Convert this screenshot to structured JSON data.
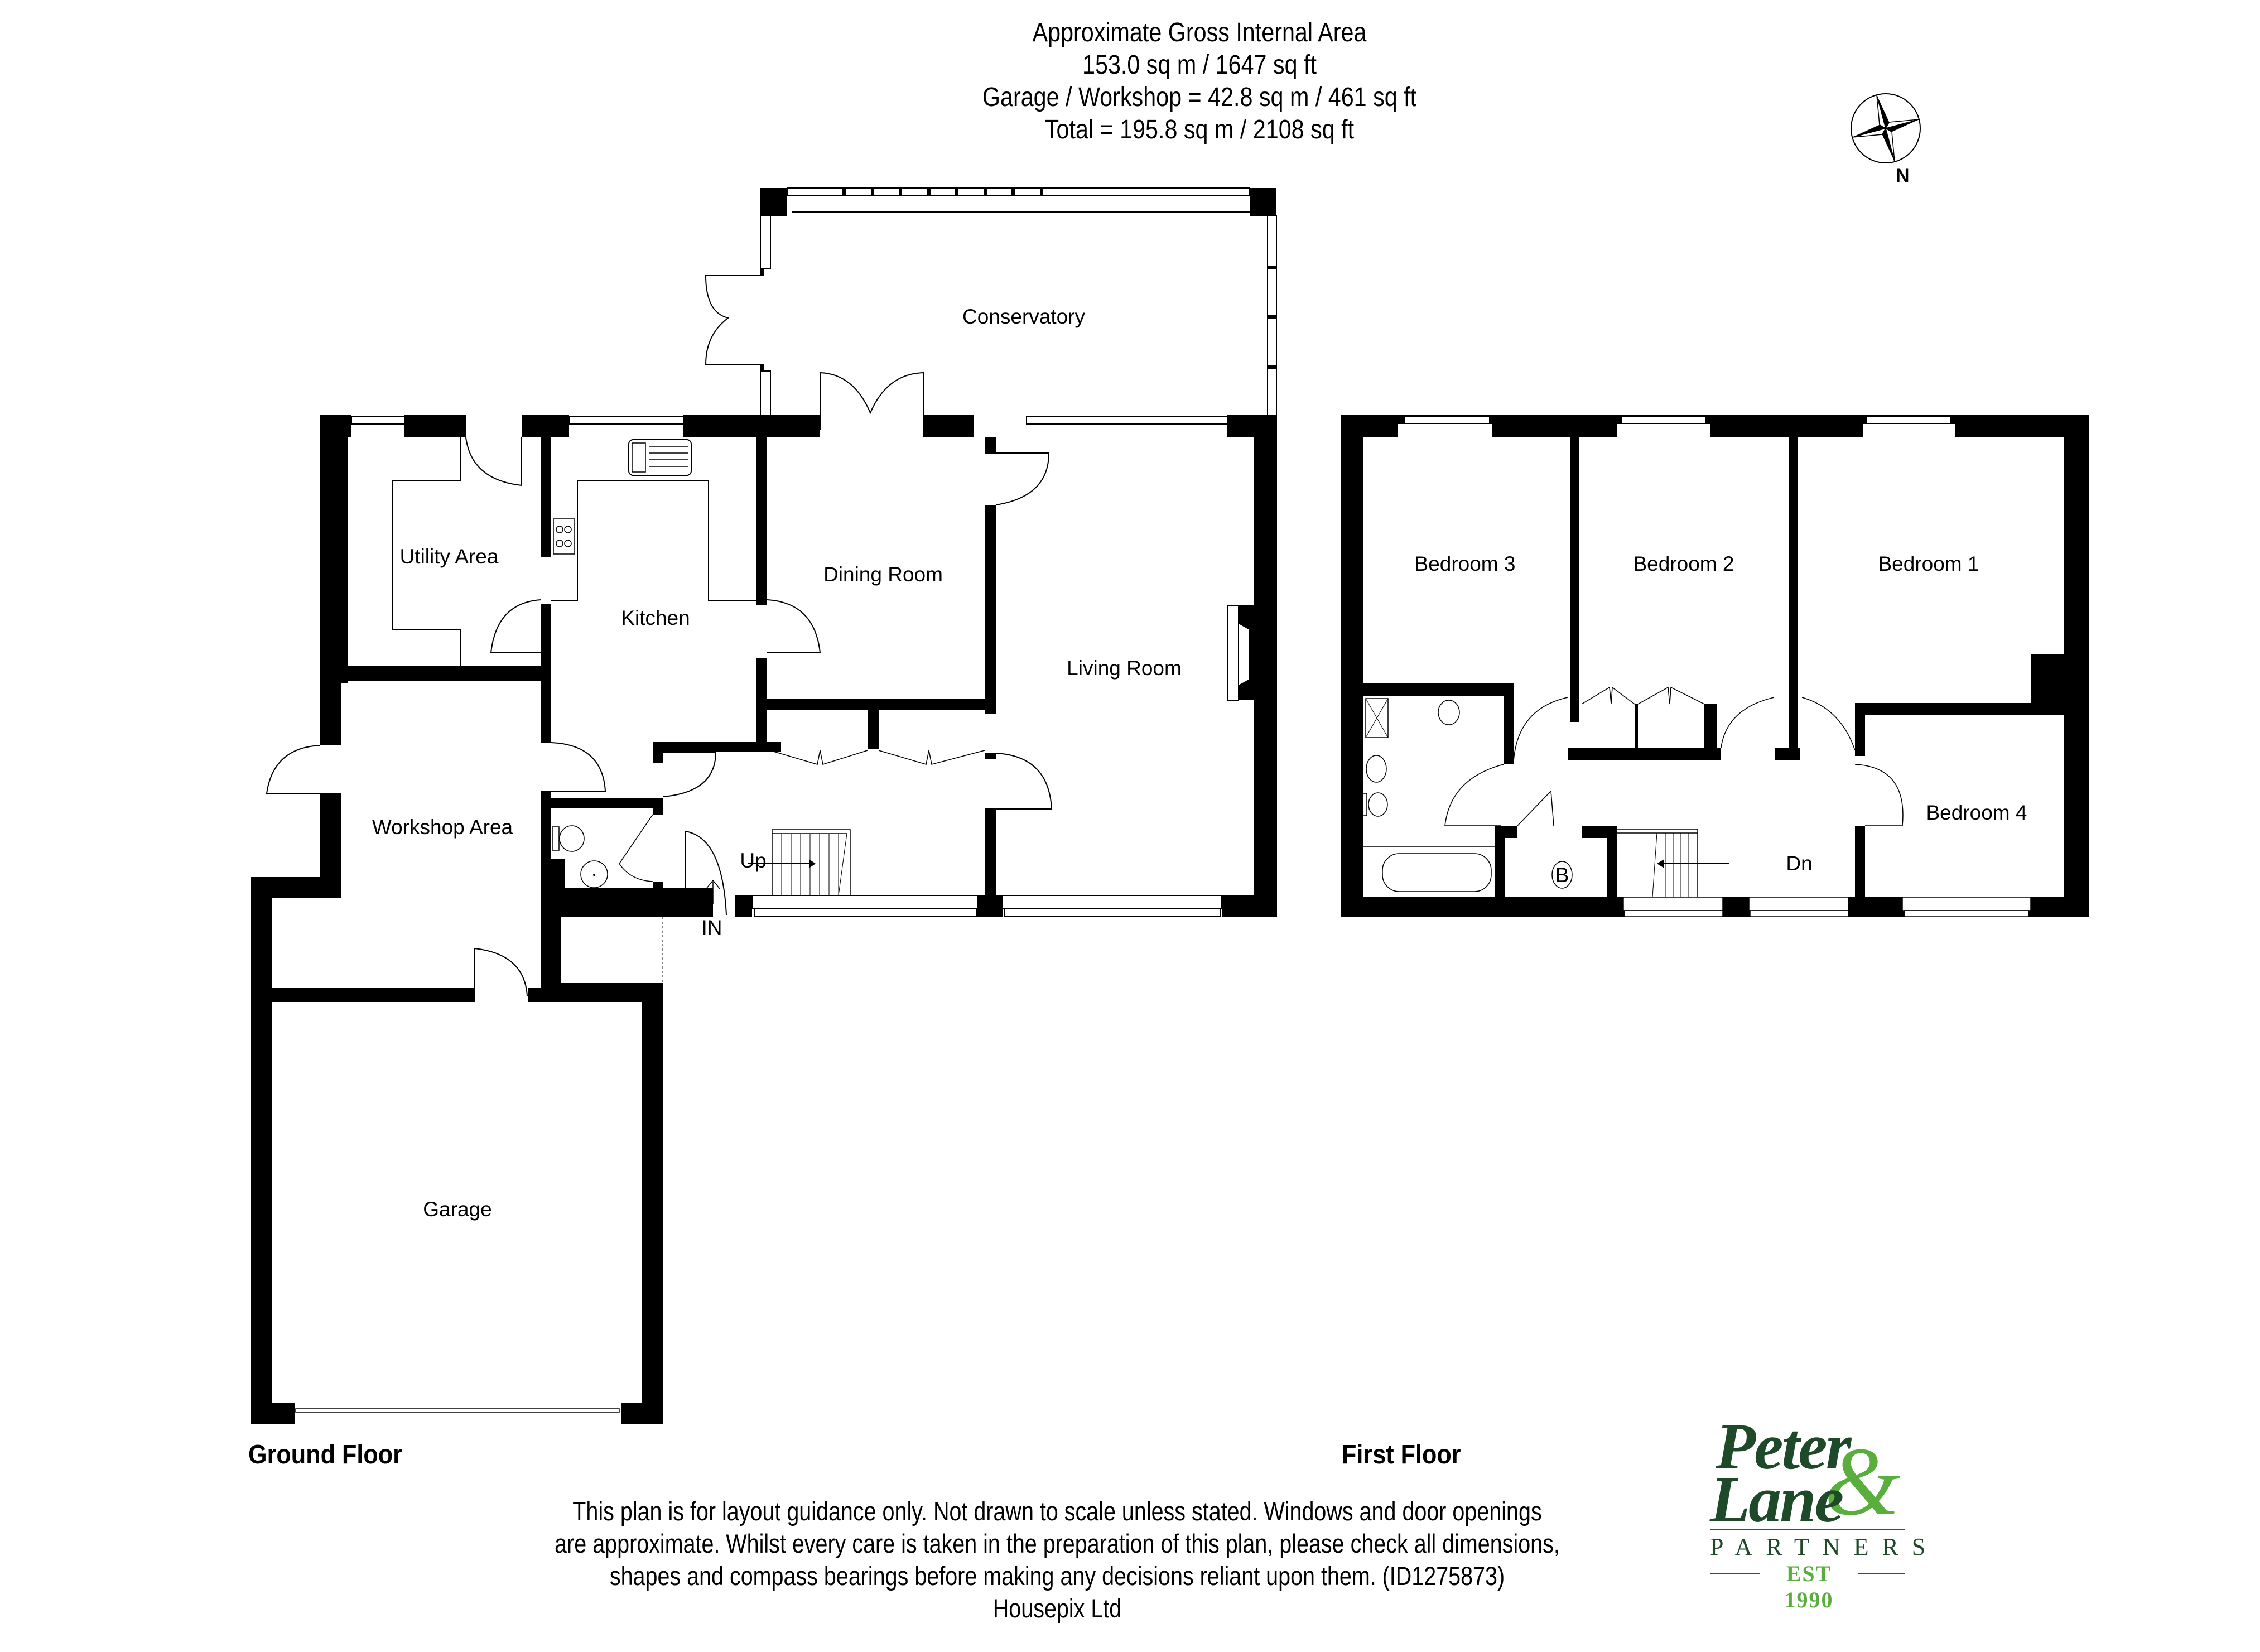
{
  "header": {
    "title": "Approximate Gross Internal Area",
    "main_area": "153.0 sq m / 1647 sq ft",
    "garage_area": "Garage / Workshop = 42.8 sq m / 461 sq ft",
    "total_area": "Total = 195.8 sq m / 2108 sq ft"
  },
  "compass": {
    "icon": "compass-rose-icon",
    "label": "N"
  },
  "ground_floor": {
    "label": "Ground Floor",
    "rooms": {
      "conservatory": "Conservatory",
      "utility": "Utility Area",
      "kitchen": "Kitchen",
      "dining": "Dining Room",
      "living": "Living Room",
      "workshop": "Workshop Area",
      "garage": "Garage"
    },
    "markers": {
      "stairs_up": "Up",
      "entrance": "IN"
    }
  },
  "first_floor": {
    "label": "First Floor",
    "rooms": {
      "bedroom1": "Bedroom 1",
      "bedroom2": "Bedroom 2",
      "bedroom3": "Bedroom 3",
      "bedroom4": "Bedroom 4"
    },
    "markers": {
      "stairs_down": "Dn",
      "boiler": "B"
    }
  },
  "disclaimer": {
    "line1": "This plan is for layout guidance only. Not drawn to scale unless stated. Windows and door openings",
    "line2": "are approximate. Whilst every care is taken in the preparation of this plan, please check all dimensions,",
    "line3": "shapes and compass bearings before making any decisions reliant upon them. (ID1275873)",
    "line4": "Housepix Ltd"
  },
  "logo": {
    "line1": "Peter",
    "ampersand": "&",
    "line2": "Lane",
    "line3": "PARTNERS",
    "line4": "EST 1990",
    "colors": {
      "dark_green": "#1f4a2a",
      "light_green": "#5aae3e"
    }
  }
}
